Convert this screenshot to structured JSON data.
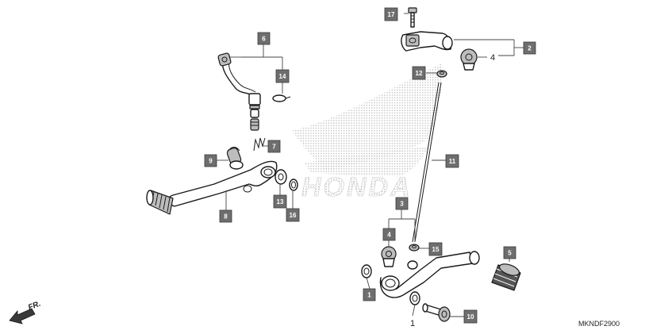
{
  "diagram_code": "MKNDF2900",
  "front_arrow_label": "FR.",
  "watermark_text": "HONDA",
  "callouts": {
    "c1": "1",
    "c2": "2",
    "c3": "3",
    "c4": "4",
    "c5": "5",
    "c6": "6",
    "c7": "7",
    "c8": "8",
    "c9": "9",
    "c10": "10",
    "c11": "11",
    "c12": "12",
    "c13": "13",
    "c14": "14",
    "c15": "15",
    "c16": "16",
    "c17": "17"
  },
  "colors": {
    "callout_fill": "#6e6e6e",
    "line": "#1a1a1a",
    "watermark": "#c8c8c8"
  }
}
